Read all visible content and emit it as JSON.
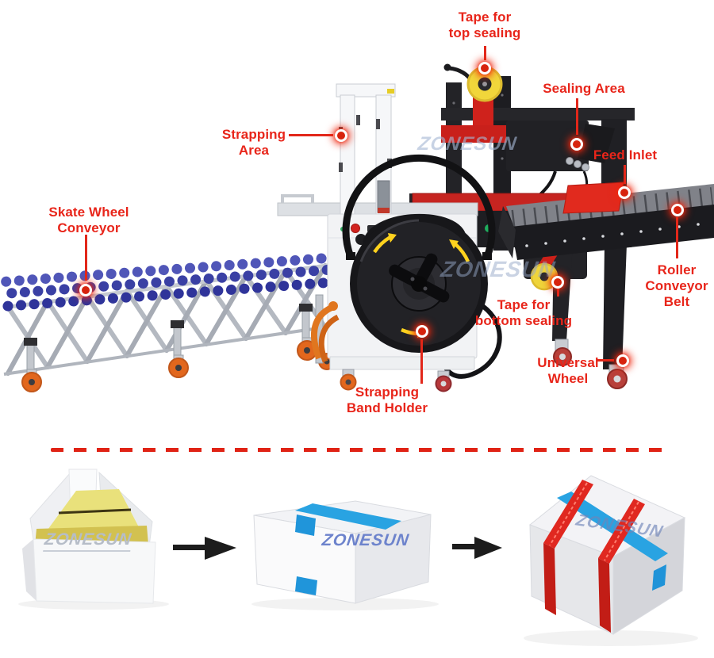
{
  "brand": {
    "text": "ZONESUN"
  },
  "callouts": {
    "tape_top_sealing": {
      "text": "Tape for\ntop sealing"
    },
    "sealing_area": {
      "text": "Sealing Area"
    },
    "strapping_area": {
      "text": "Strapping\nArea"
    },
    "feed_inlet": {
      "text": "Feed Inlet"
    },
    "skate_wheel_conveyor": {
      "text": "Skate Wheel\nConveyor"
    },
    "roller_conveyor_belt": {
      "text": "Roller\nConveyor\nBelt"
    },
    "tape_bottom_sealing": {
      "text": "Tape for\nbottom sealing"
    },
    "universal_wheel": {
      "text": "Universal\nWheel"
    },
    "strapping_band_holder": {
      "text": "Strapping\nBand Holder"
    }
  },
  "colors": {
    "label_red": "#e8251a",
    "marker_dot_red": "#d7230d",
    "divider_red": "#e02315",
    "machine_red": "#c9201b",
    "tape_blue": "#29a3e2",
    "strap_red": "#e02820",
    "skate_wheel_blue": "#3a40a4",
    "caster_orange": "#e2671d",
    "tape_roll_yellow": "#f1d63b",
    "box_interior_yellow": "#e9e17b"
  }
}
